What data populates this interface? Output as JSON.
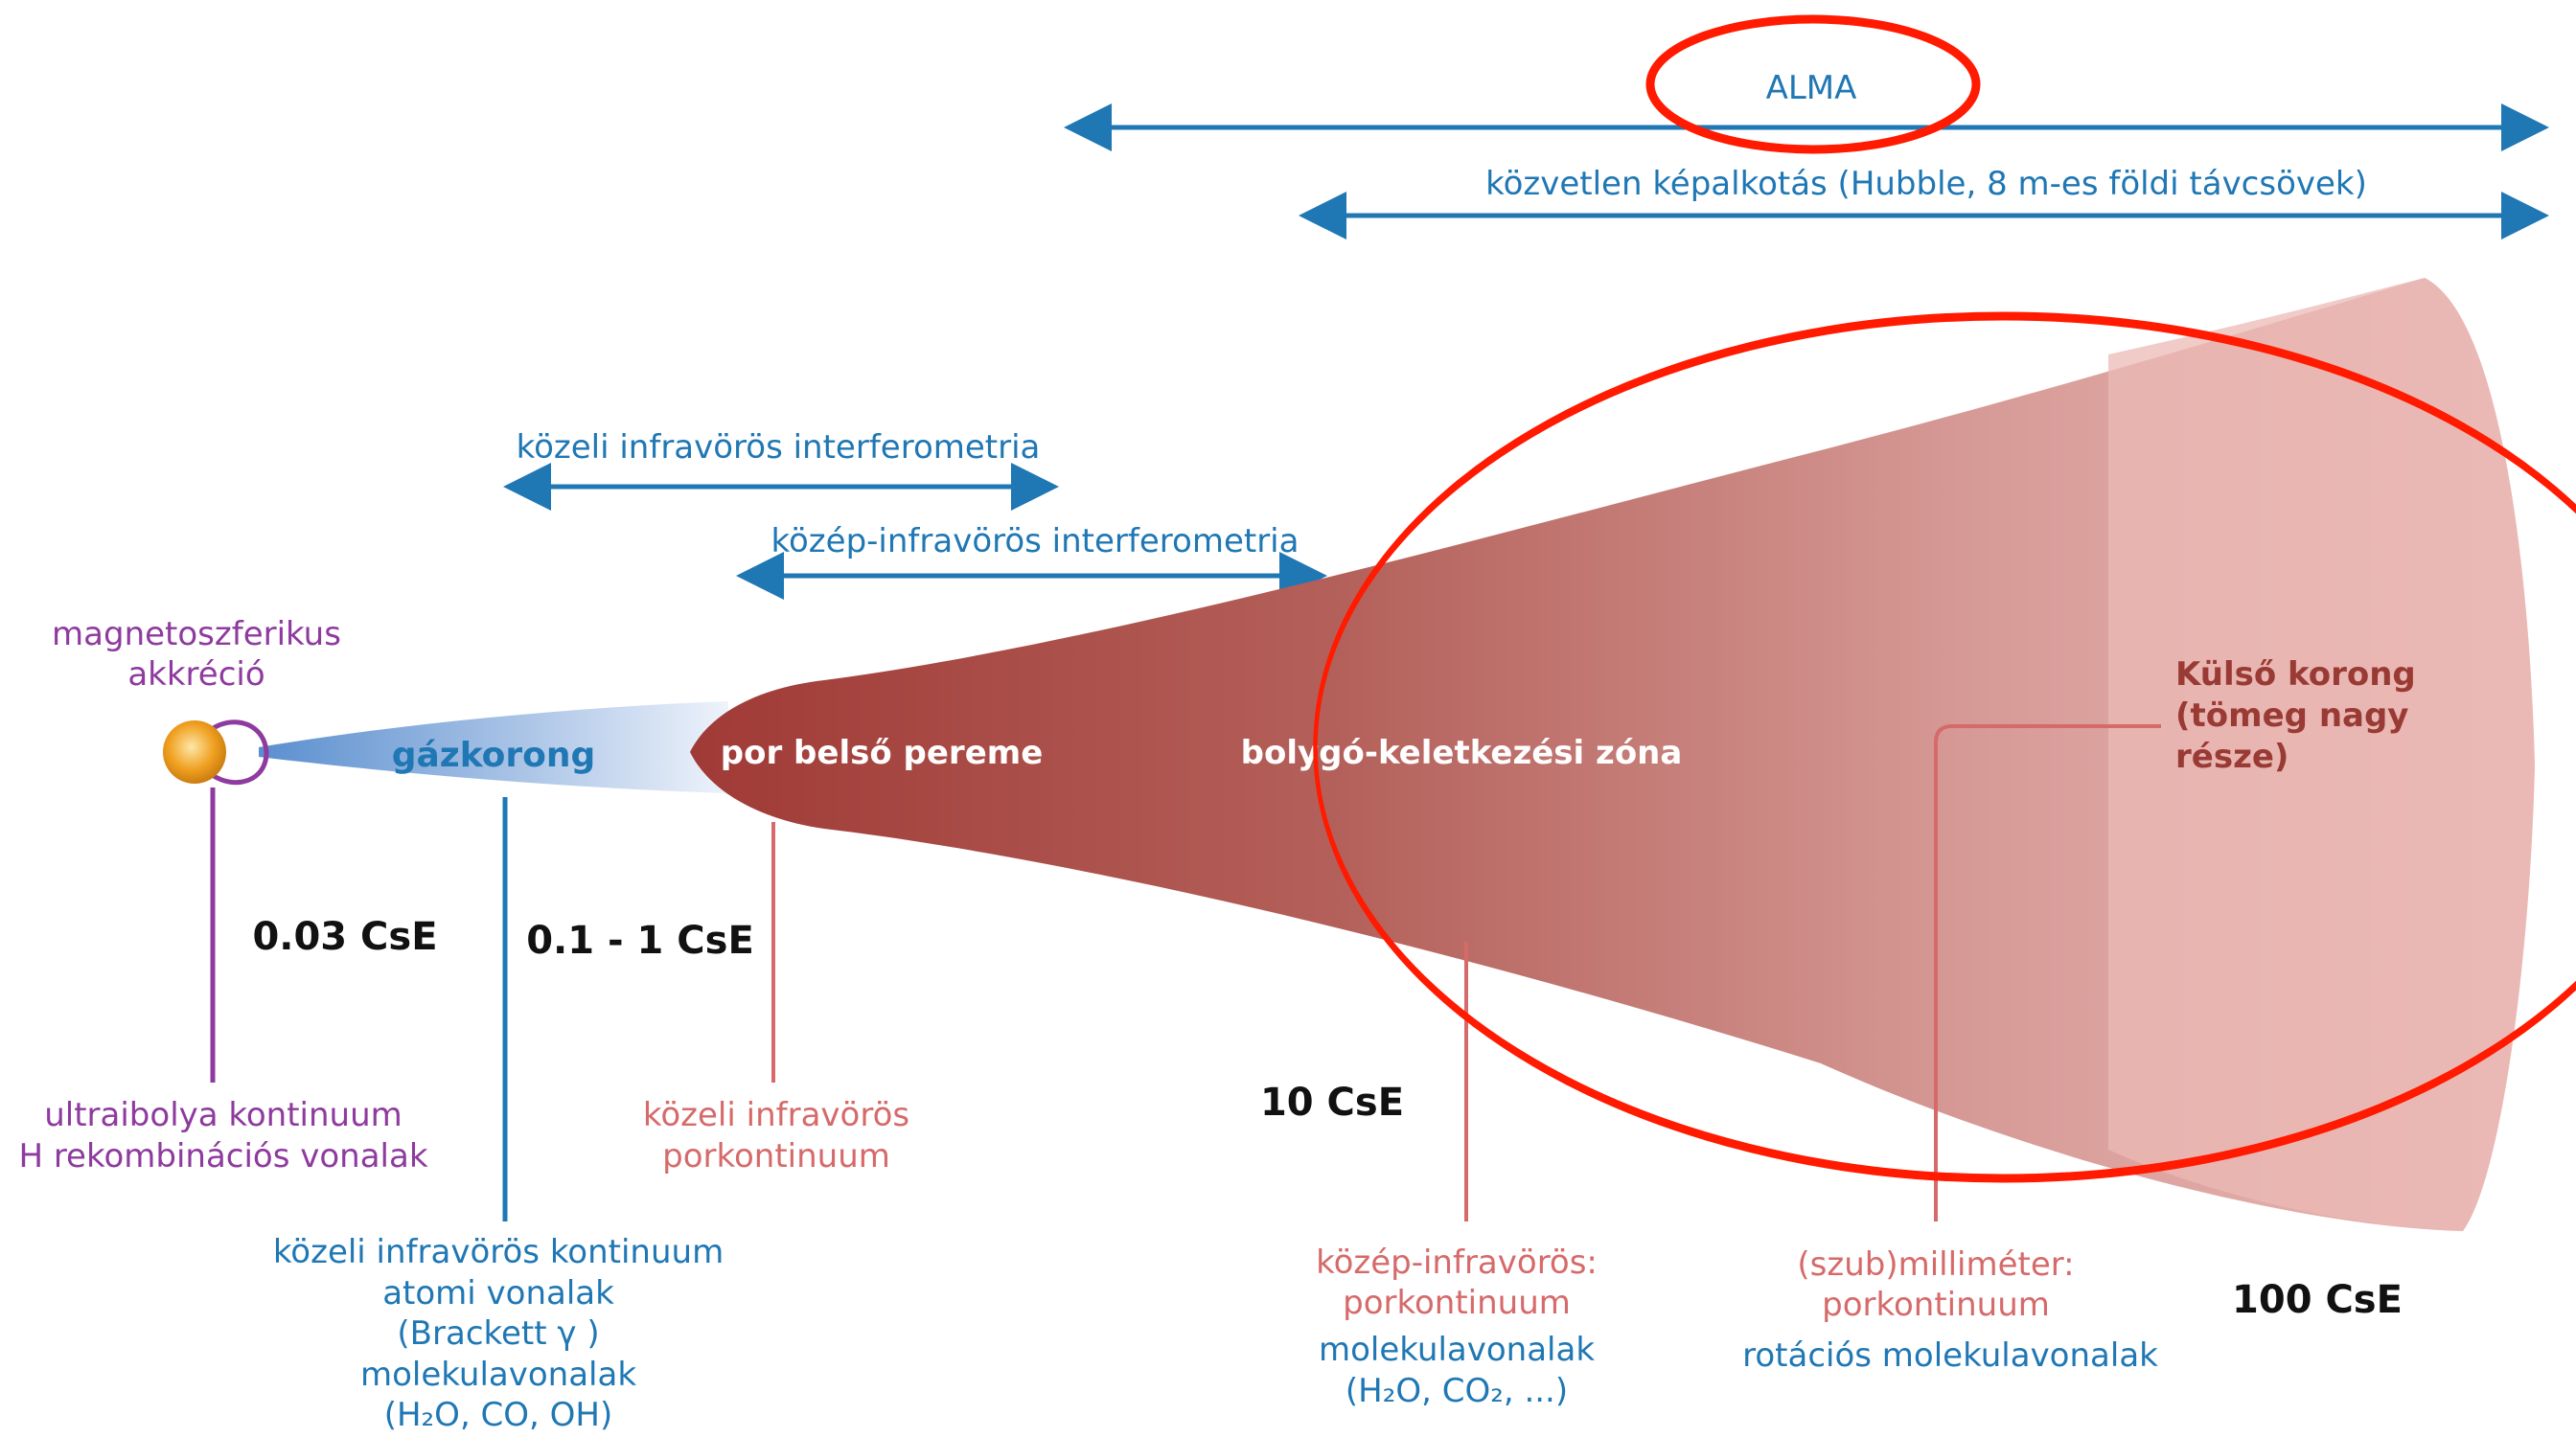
{
  "colors": {
    "blue": "#1f77b4",
    "purple": "#8e3a9e",
    "pink": "#d66a6a",
    "darkred": "#9a3a34",
    "annotation_red": "#ff1a00",
    "star": "#f0a020"
  },
  "ranges": {
    "alma": "ALMA",
    "direct_imaging": "közvetlen képalkotás (Hubble, 8 m-es földi távcsövek)",
    "nir_interferometry": "közeli infravörös interferometria",
    "mir_interferometry": "közép-infravörös interferometria"
  },
  "star": {
    "label_line1": "magnetoszferikus",
    "label_line2": "akkréció"
  },
  "regions": {
    "gas_disk": "gázkorong",
    "dust_rim": "por belső pereme",
    "planet_zone": "bolygó-keletkezési zóna",
    "outer_line1": "Külső korong",
    "outer_line2": "(tömeg nagy",
    "outer_line3": "része)"
  },
  "distances": {
    "d1": "0.03 CsE",
    "d2": "0.1 - 1 CsE",
    "d3": "10 CsE",
    "d4": "100 CsE"
  },
  "tracers": {
    "uv_line1": "ultraibolya kontinuum",
    "uv_line2": "H rekombinációs vonalak",
    "nir_cont": "közeli infravörös kontinuum",
    "atomic": "atomi vonalak",
    "brackett": "(Brackett γ )",
    "molecular": "molekulavonalak",
    "species_inner": "(H₂O, CO, OH)",
    "nir_dust_line1": "közeli infravörös",
    "nir_dust_line2": "porkontinuum",
    "mir_dust_line1": "közép-infravörös:",
    "mir_dust_line2": "porkontinuum",
    "mir_mol": "molekulavonalak",
    "species_mid": "(H₂O, CO₂, ...)",
    "mm_line1": "(szub)milliméter:",
    "mm_line2": "porkontinuum",
    "mm_rot": "rotációs molekulavonalak"
  }
}
